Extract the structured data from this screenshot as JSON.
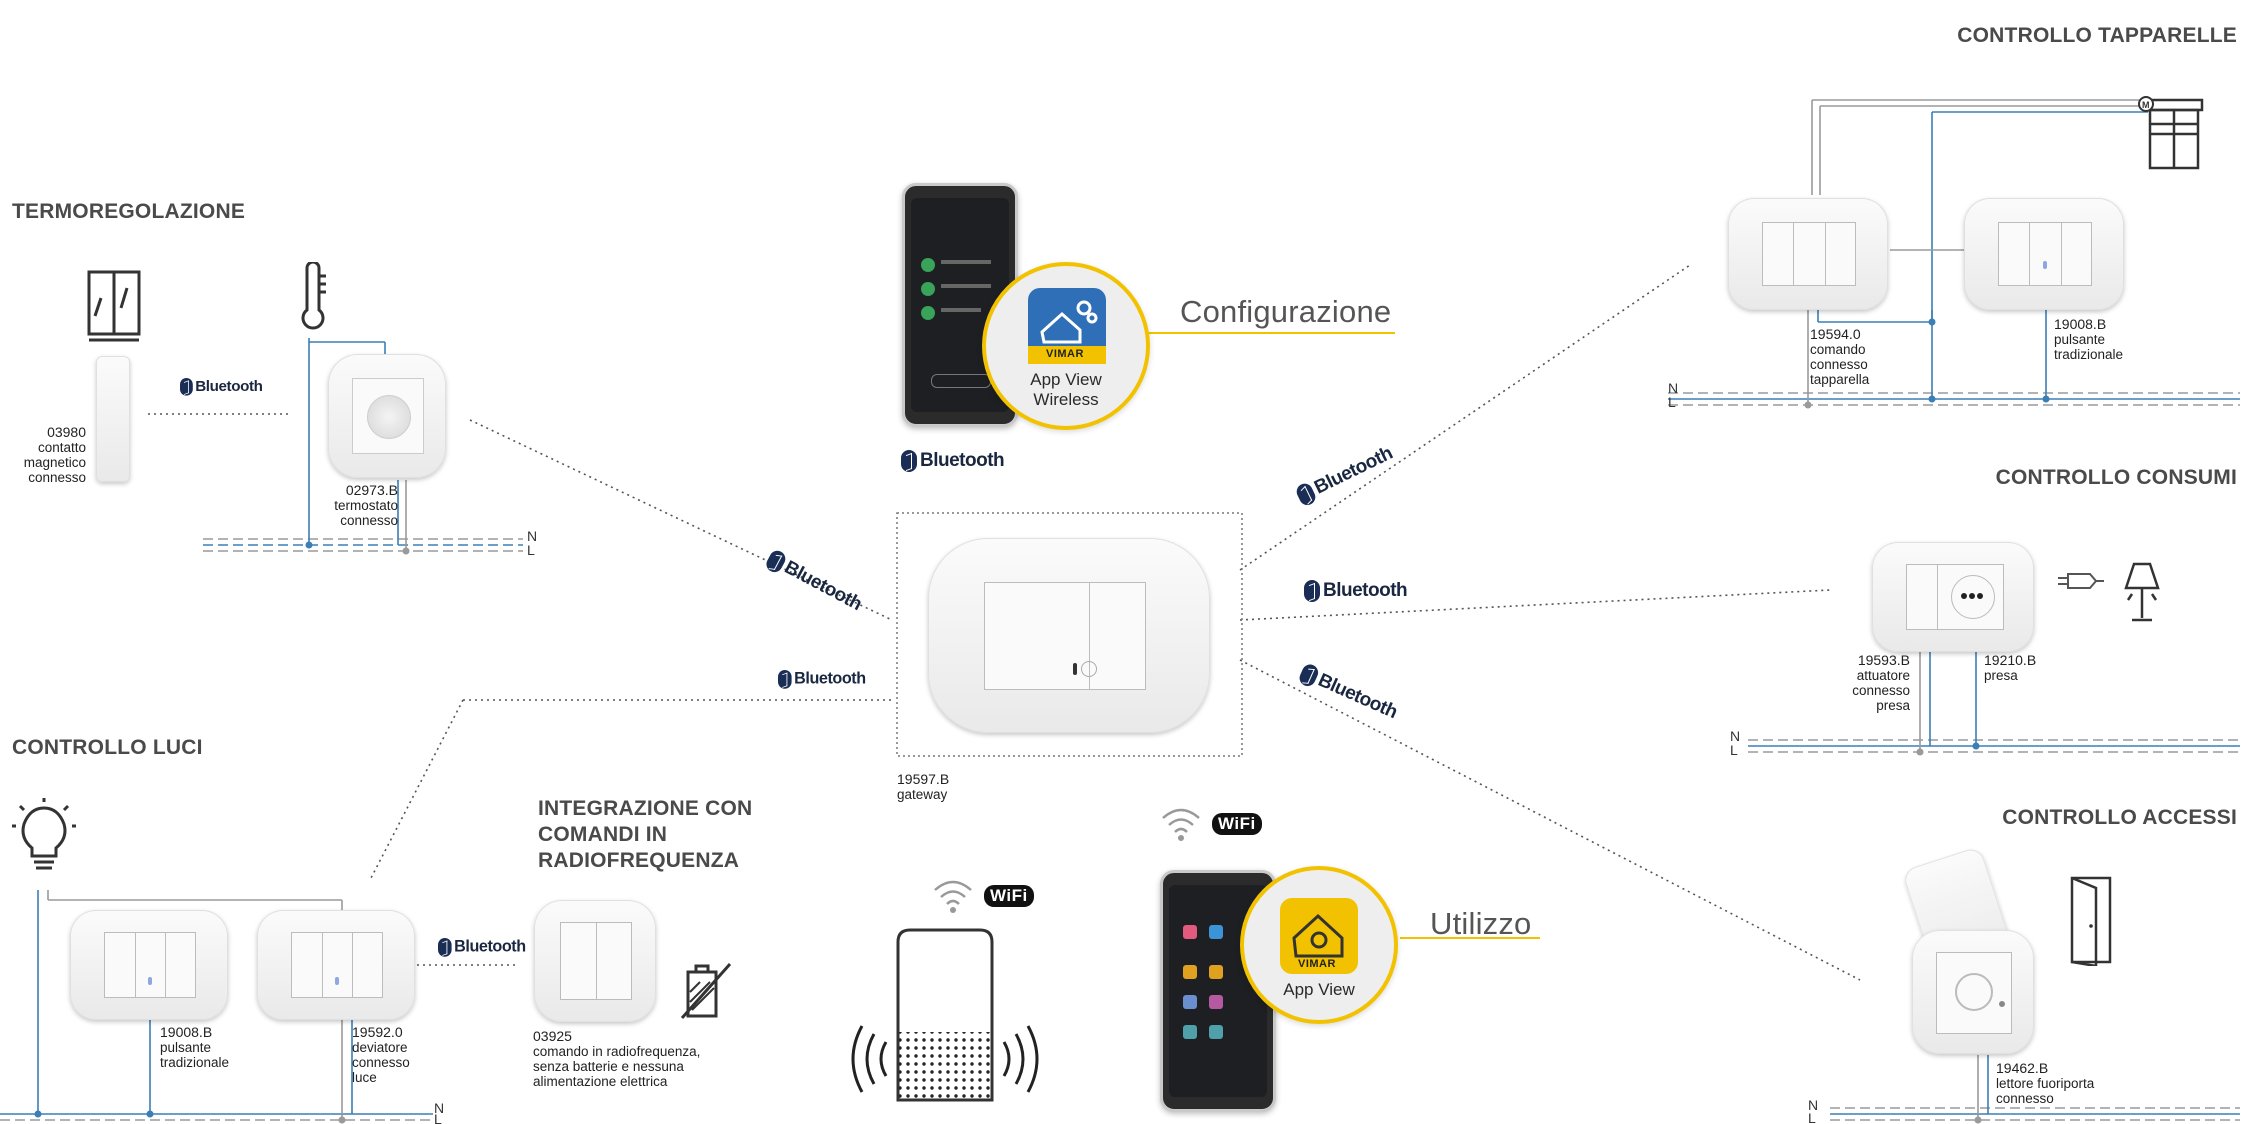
{
  "sections": {
    "termoregolazione": "TERMOREGOLAZIONE",
    "controllo_luci": "CONTROLLO LUCI",
    "integrazione": "INTEGRAZIONE CON COMANDI IN RADIOFREQUENZA",
    "controllo_tapparelle": "CONTROLLO TAPPARELLE",
    "controllo_consumi": "CONTROLLO CONSUMI",
    "controllo_accessi": "CONTROLLO ACCESSI"
  },
  "actions": {
    "configurazione": "Configurazione",
    "utilizzo": "Utilizzo"
  },
  "apps": {
    "view_wireless": {
      "line1": "App View",
      "line2": "Wireless",
      "brand": "VIMAR"
    },
    "view": {
      "line1": "App View",
      "brand": "VIMAR"
    }
  },
  "protocols": {
    "bluetooth": "Bluetooth",
    "wifi": "WiFi"
  },
  "wire_labels": {
    "neutral": "N",
    "line": "L"
  },
  "devices": {
    "d03980": {
      "code": "03980",
      "l1": "contatto",
      "l2": "magnetico",
      "l3": "connesso"
    },
    "d02973": {
      "code": "02973.B",
      "l1": "termostato",
      "l2": "connesso"
    },
    "d19597": {
      "code": "19597.B",
      "l1": "gateway"
    },
    "d19008_luci": {
      "code": "19008.B",
      "l1": "pulsante",
      "l2": "tradizionale"
    },
    "d19592": {
      "code": "19592.0",
      "l1": "deviatore",
      "l2": "connesso",
      "l3": "luce"
    },
    "d03925": {
      "code": "03925",
      "l1": "comando in radiofrequenza,",
      "l2": "senza batterie e nessuna",
      "l3": "alimentazione elettrica"
    },
    "d19594": {
      "code": "19594.0",
      "l1": "comando",
      "l2": "connesso",
      "l3": "tapparella"
    },
    "d19008_tap": {
      "code": "19008.B",
      "l1": "pulsante",
      "l2": "tradizionale"
    },
    "d19593": {
      "code": "19593.B",
      "l1": "attuatore",
      "l2": "connesso",
      "l3": "presa"
    },
    "d19210": {
      "code": "19210.B",
      "l1": "presa"
    },
    "d19462": {
      "code": "19462.B",
      "l1": "lettore fuoriporta",
      "l2": "connesso"
    }
  },
  "colors": {
    "accent_yellow": "#f2c200",
    "wire_blue": "#3b7fb5",
    "wire_grey": "#9a9a9a",
    "bluetooth_navy": "#1a2d55",
    "app_blue": "#2f6fb7"
  },
  "icons": [
    "window-icon",
    "thermometer-icon",
    "lightbulb-icon",
    "no-battery-icon",
    "blind-motor-icon",
    "lamp-icon",
    "plug-icon",
    "door-icon",
    "smart-speaker-icon",
    "wifi-icon",
    "bluetooth-icon"
  ]
}
